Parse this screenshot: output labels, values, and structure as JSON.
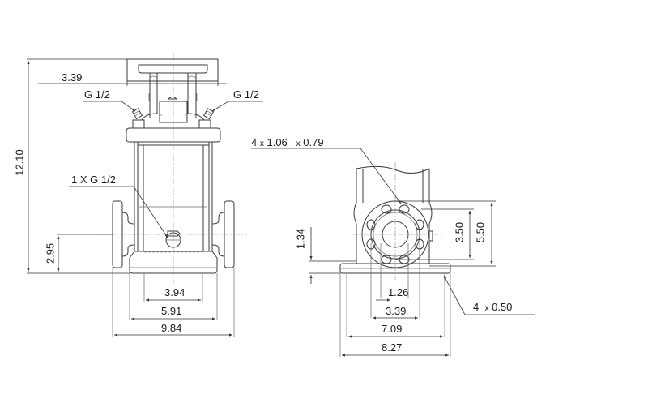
{
  "drawing": {
    "type": "pump dimensional drawing",
    "units": "inches",
    "front_view": {
      "overall_height": "12.10",
      "top_width": "3.39",
      "gauge_port_left": "G 1/2",
      "gauge_port_right": "G 1/2",
      "drain_port": "1 X G 1/2",
      "port_centerline_height": "2.95",
      "base_inner": "3.94",
      "base_width": "5.91",
      "port_to_port": "9.84"
    },
    "side_view": {
      "flange_bolts": {
        "count": "4",
        "sep1": "x",
        "diameter": "1.06",
        "sep2": "x",
        "thickness": "0.79"
      },
      "base_height": "1.34",
      "bolt_circle": "3.50",
      "flange_diameter": "5.50",
      "pipe_inner": "1.26",
      "inner_spacing": "3.39",
      "mount_hole_spacing": "7.09",
      "base_length": "8.27",
      "mount_holes": {
        "count": "4",
        "sep": "x",
        "diameter": "0.50"
      }
    },
    "colors": {
      "line": "#3a3a3a",
      "text": "#1a1a1a",
      "background": "#ffffff"
    }
  }
}
